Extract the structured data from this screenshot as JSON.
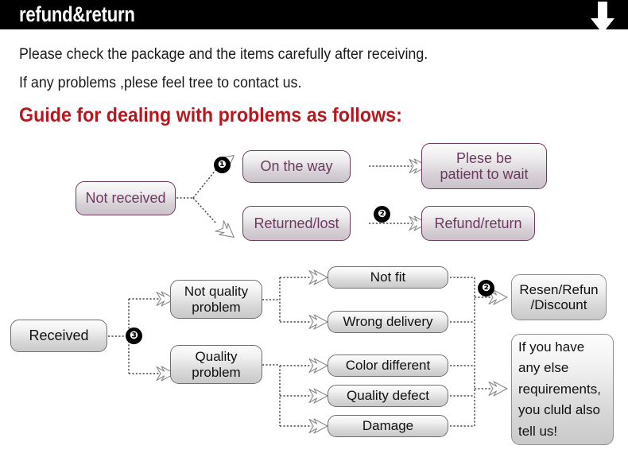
{
  "header": {
    "title": "refund&return",
    "arrow_icon": "down-arrow-icon",
    "background_color": "#000000",
    "text_color": "#ffffff"
  },
  "intro": {
    "line1": "Please check the package and the items carefully after receiving.",
    "line2": "If any problems ,plese feel tree to contact us.",
    "guide_heading": "Guide for dealing with problems as follows:",
    "guide_color": "#b5181f"
  },
  "diagram_top": {
    "accent_text_color": "#6b3a5e",
    "nodes": [
      {
        "id": "not-received",
        "label": "Not received"
      },
      {
        "id": "on-the-way",
        "label": "On the way"
      },
      {
        "id": "returned-lost",
        "label": "Returned/lost"
      },
      {
        "id": "plese-be-patient",
        "label": "Plese be\npatient to wait"
      },
      {
        "id": "refund-return",
        "label": "Refund/return"
      }
    ],
    "badges": [
      {
        "id": "badge-1",
        "label": "❶"
      },
      {
        "id": "badge-2",
        "label": "❷"
      }
    ]
  },
  "diagram_bottom": {
    "nodes": [
      {
        "id": "received",
        "label": "Received"
      },
      {
        "id": "not-quality-problem",
        "label": "Not quality\nproblem"
      },
      {
        "id": "quality-problem",
        "label": "Quality\nproblem"
      },
      {
        "id": "not-fit",
        "label": "Not fit"
      },
      {
        "id": "wrong-delivery",
        "label": "Wrong delivery"
      },
      {
        "id": "color-different",
        "label": "Color different"
      },
      {
        "id": "quality-defect",
        "label": "Quality defect"
      },
      {
        "id": "damage",
        "label": "Damage"
      },
      {
        "id": "resend-refund-discount",
        "label": "Resen/Refun\n/Discount"
      },
      {
        "id": "any-else-requirements",
        "label": "If you have\nany else\nrequirements,\nyou cluld also\ntell us!"
      }
    ],
    "badges": [
      {
        "id": "badge-3",
        "label": "❸"
      },
      {
        "id": "badge-2b",
        "label": "❷"
      }
    ]
  }
}
